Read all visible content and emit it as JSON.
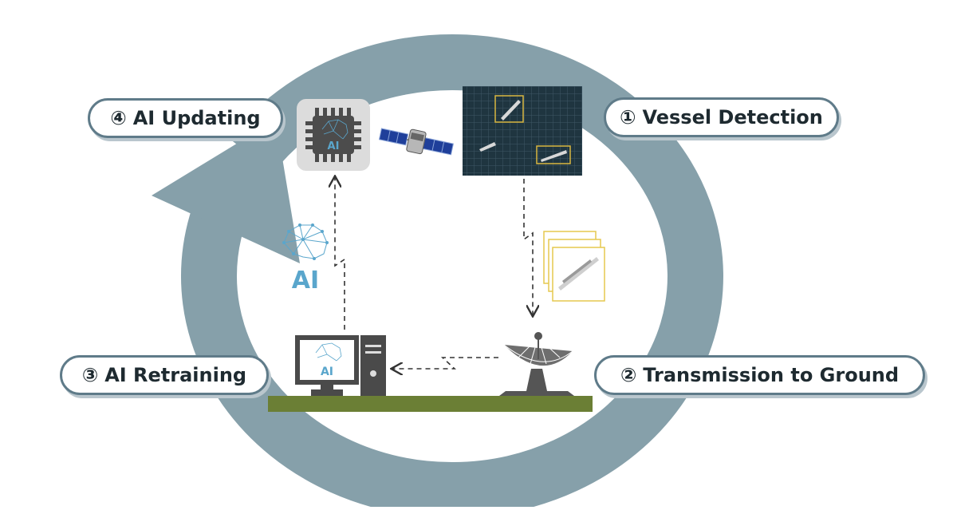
{
  "steps": [
    {
      "number": "①",
      "label": "Vessel Detection"
    },
    {
      "number": "②",
      "label": "Transmission to Ground"
    },
    {
      "number": "③",
      "label": "AI Retraining"
    },
    {
      "number": "④",
      "label": "AI Updating"
    }
  ],
  "icons": {
    "chip_text": "AI",
    "brain_text": "AI",
    "monitor_text": "AI"
  },
  "colors": {
    "cycle_arrow": "#86a0aa",
    "pill_border": "#5f7b89",
    "ground": "#6b7f35",
    "sar_image": "#1f3540",
    "detection_box": "#d9b640",
    "ai_accent": "#5aa6cc"
  }
}
